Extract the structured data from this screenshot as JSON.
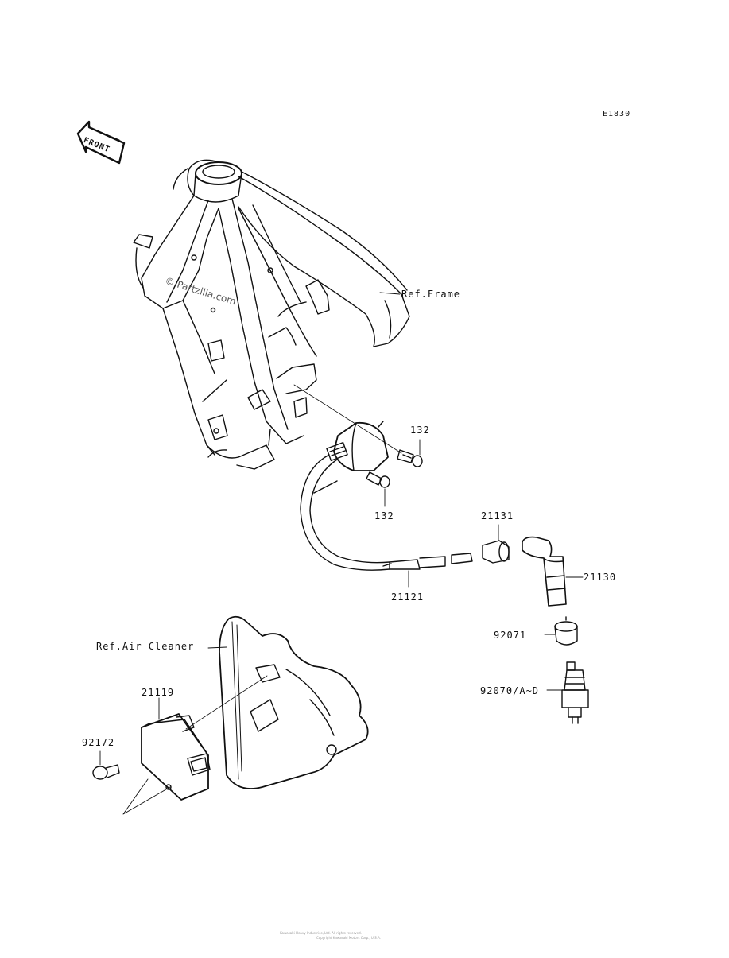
{
  "diagram_code": "E1830",
  "front_label": "FRONT",
  "watermark": "© Partzilla.com",
  "labels": {
    "ref_frame": "Ref.Frame",
    "ref_air_cleaner": "Ref.Air Cleaner",
    "p132_top": "132",
    "p132_bottom": "132",
    "p21131": "21131",
    "p21130": "21130",
    "p21121": "21121",
    "p92071": "92071",
    "p92070": "92070/A~D",
    "p21119": "21119",
    "p92172": "92172"
  },
  "footer": {
    "line1": "Kawasaki Heavy Industries, Ltd. All rights reserved.",
    "line2": "Copyright Kawasaki Motors Corp., U.S.A."
  }
}
